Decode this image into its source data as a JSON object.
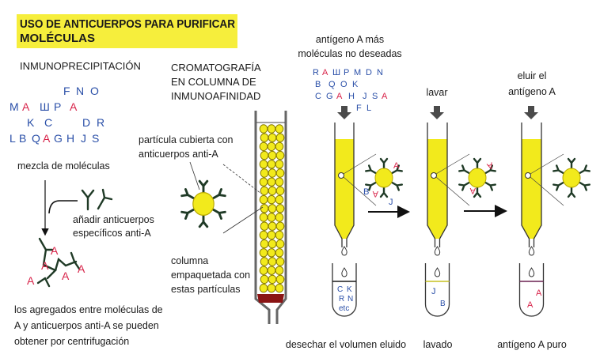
{
  "title": {
    "line1": "USO DE ANTICUERPOS PARA PURIFICAR",
    "line2": "MOLÉCULAS"
  },
  "colors": {
    "title_bg": "#f6ee3c",
    "yellow": "#f2ea1c",
    "blue": "#2a4fa8",
    "red": "#d8244a",
    "antibody": "#1f3a26"
  },
  "immuno": {
    "heading": "INMUNOPRECIPITACIÓN",
    "mixture_label": "mezcla de moléculas",
    "add_label_1": "añadir anticuerpos",
    "add_label_2": "específicos anti-A",
    "result_1": "los agregados entre moléculas de",
    "result_2": "A y anticuerpos anti-A se pueden",
    "result_3": "obtener por centrifugación",
    "letters_blue": [
      "M",
      "Ш",
      "P",
      "F",
      "N",
      "O",
      "L",
      "B",
      "K",
      "C",
      "D",
      "R",
      "Q",
      "G",
      "H",
      "J",
      "S"
    ],
    "letters_red": [
      "A",
      "A",
      "A"
    ]
  },
  "chroma": {
    "heading_1": "CROMATOGRAFÍA",
    "heading_2": "EN COLUMNA DE",
    "heading_3": "INMUNOAFINIDAD",
    "particle_1": "partícula cubierta con",
    "particle_2": "anticuerpos anti-A",
    "column_1": "columna",
    "column_2": "empaquetada con",
    "column_3": "estas partículas"
  },
  "steps": {
    "load_1": "antígeno A más",
    "load_2": "moléculas no deseadas",
    "load_letters_blue": [
      "R",
      "Ш",
      "P",
      "M",
      "D",
      "N",
      "Q",
      "O",
      "K",
      "B",
      "G",
      "H",
      "J",
      "S",
      "C",
      "F",
      "L"
    ],
    "load_letters_red": [
      "A",
      "A",
      "A"
    ],
    "wash": "lavar",
    "elute_1": "eluir el",
    "elute_2": "antígeno A",
    "tube1_letters": [
      "C",
      "K",
      "R",
      "N",
      "etc"
    ],
    "tube2_letters": [
      "J",
      "B"
    ],
    "tube3_letters": [
      "A",
      "A"
    ],
    "bead1_letters": [
      "A",
      "B",
      "A",
      "J"
    ],
    "bead2_letters": [
      "A",
      "A"
    ],
    "out1": "desechar el volumen eluido",
    "out2": "lavado",
    "out3": "antígeno A puro"
  }
}
